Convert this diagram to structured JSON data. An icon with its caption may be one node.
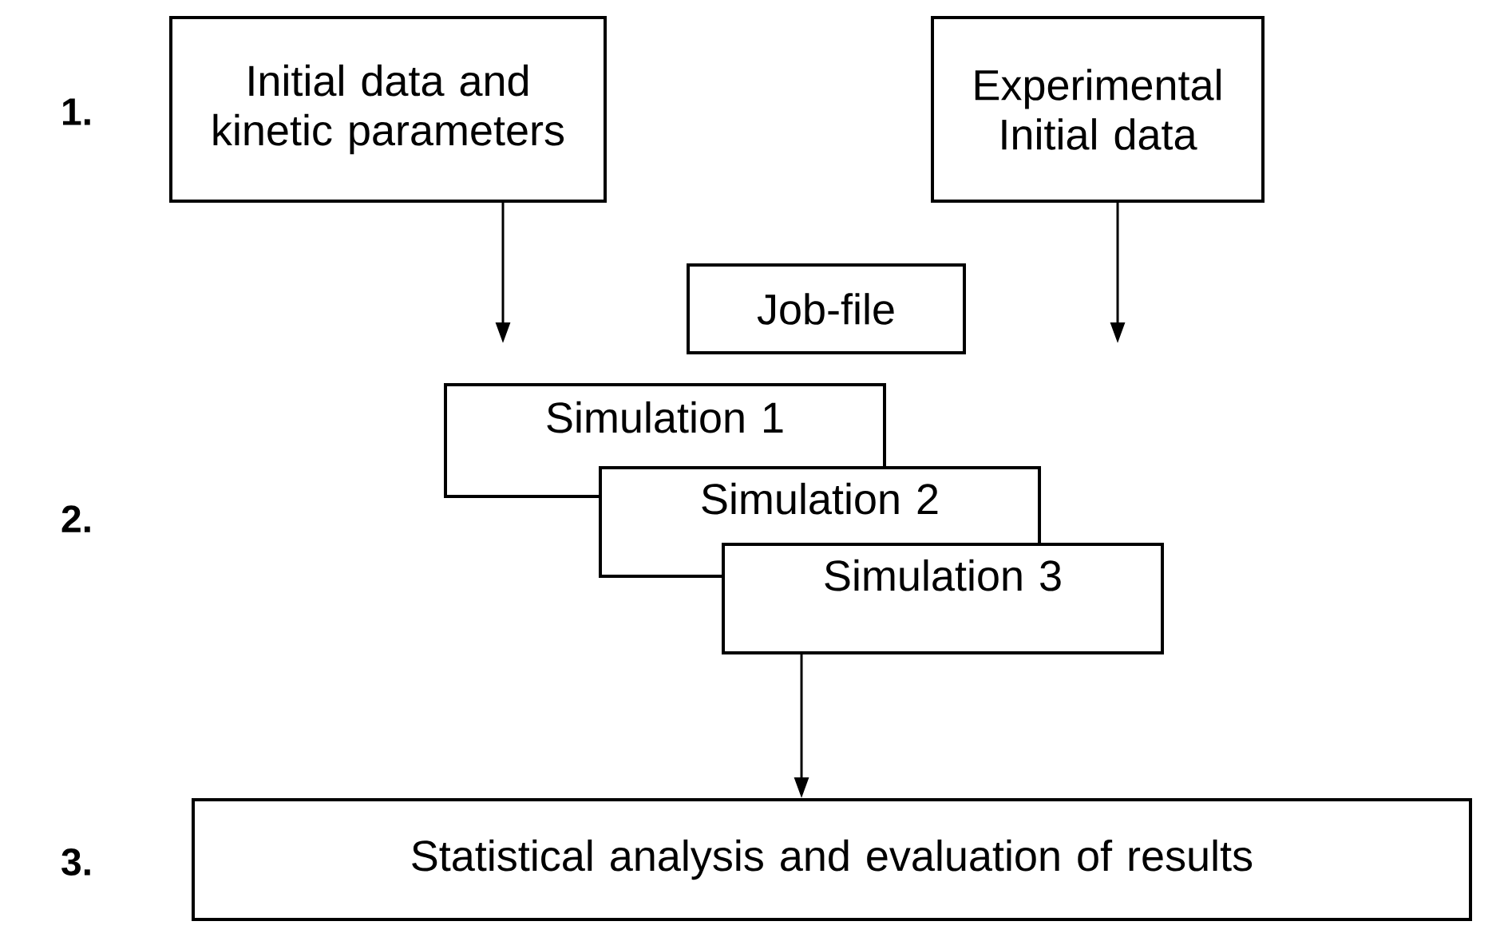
{
  "diagram": {
    "nodes": [
      {
        "text": [
          "Initial data and kinetic parameters"
        ]
      },
      {
        "text": [
          "Experimental Initial data"
        ]
      },
      {
        "text": [
          "Job-file"
        ]
      },
      {
        "text": [
          "Simulation 1"
        ]
      },
      {
        "text": [
          "Simulation 2"
        ]
      },
      {
        "text": [
          "Simulation 3"
        ]
      },
      {
        "text": [
          "Statistical analysis and evaluation of results"
        ]
      }
    ],
    "edges": [
      {
        "from": 0,
        "to": null,
        "arrow": "to"
      },
      {
        "from": 1,
        "to": null,
        "arrow": "to"
      },
      {
        "from": 5,
        "to": 6,
        "arrow": "to"
      }
    ],
    "labels": [
      "1.",
      "2.",
      "3."
    ]
  }
}
